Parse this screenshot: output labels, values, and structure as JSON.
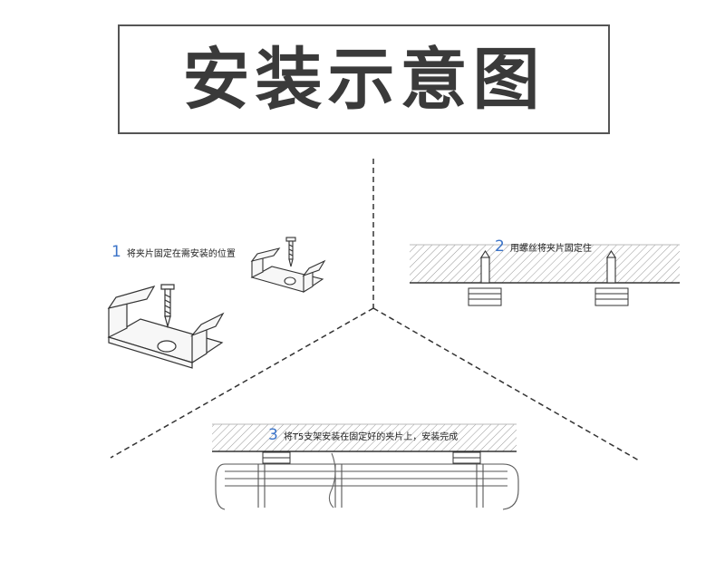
{
  "title": "安装示意图",
  "steps": [
    {
      "num": "1",
      "text": "将夹片固定在需安装的位置"
    },
    {
      "num": "2",
      "text": "用螺丝将夹片固定住"
    },
    {
      "num": "3",
      "text": "将T5支架安装在固定好的夹片上，安装完成"
    }
  ],
  "colors": {
    "accent": "#3b73c8",
    "line": "#333333",
    "border": "#555555"
  }
}
